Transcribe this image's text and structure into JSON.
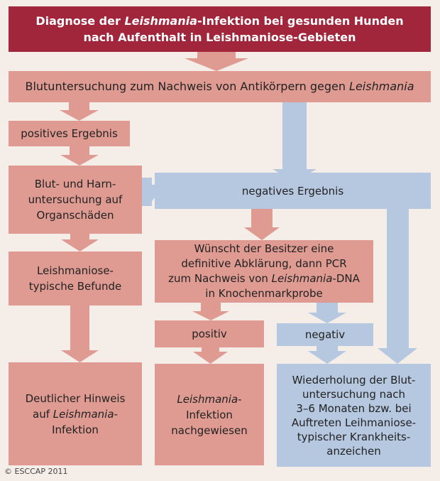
{
  "title": {
    "line1": [
      "Diagnose der ",
      "Leishmania",
      "-Infektion bei gesunden Hunden"
    ],
    "line2": "nach Aufenthalt in Leishmaniose-Gebieten"
  },
  "nodes": {
    "blood_test": [
      "Blutuntersuchung zum Nachweis von Antikörpern gegen ",
      "Leishmania"
    ],
    "positive_result": "positives Ergebnis",
    "organ_test": [
      "Blut- und Harn-",
      "untersuchung auf",
      "Organschäden"
    ],
    "negative_result": "negatives Ergebnis",
    "typical_findings": [
      "Leishmaniose-",
      "typische Befunde"
    ],
    "pcr": {
      "lines": [
        "Wünscht der Besitzer eine",
        "definitive Abklärung, dann PCR"
      ],
      "line3": [
        "zum Nachweis von ",
        "Leishmania",
        "-DNA"
      ],
      "line4": "in Knochenmarkprobe"
    },
    "positiv": "positiv",
    "negativ": "negativ",
    "hint": {
      "lines": [
        "Deutlicher Hinweis"
      ],
      "line2": [
        "auf ",
        "Leishmania",
        "-"
      ],
      "line3": "Infektion"
    },
    "confirmed": {
      "line1": [
        "Leishmania",
        "-"
      ],
      "lines": [
        "Infektion",
        "nachgewiesen"
      ]
    },
    "repeat": [
      "Wiederholung der Blut-",
      "untersuchung nach",
      "3–6 Monaten bzw. bei",
      "Auftreten Leihmaniose-",
      "typischer Krankheits-",
      "anzeichen"
    ]
  },
  "copyright": "© ESCCAP 2011",
  "colors": {
    "background": "#f4ede8",
    "title_fill": "#a1263c",
    "positive_fill": "#df9b92",
    "negative_fill": "#b6c7e0"
  }
}
